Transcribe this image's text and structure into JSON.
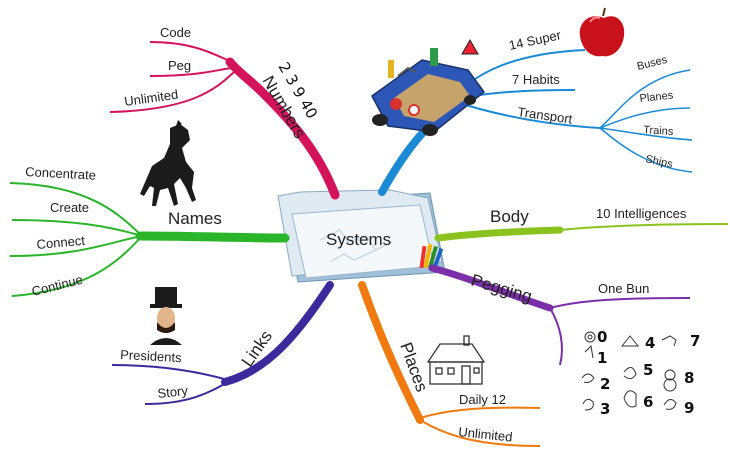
{
  "center": {
    "label": "Systems"
  },
  "branches": {
    "numbers": {
      "label": "Numbers",
      "numbers_label": "2  3  9  40",
      "color": "#d4145a",
      "children": [
        "Code",
        "Peg",
        "Unlimited"
      ]
    },
    "names": {
      "label": "Names",
      "color": "#2bb52b",
      "children": [
        "Concentrate",
        "Create",
        "Connect",
        "Continue"
      ]
    },
    "links": {
      "label": "Links",
      "color": "#3b2a9b",
      "children": [
        "Presidents",
        "Story"
      ]
    },
    "places": {
      "label": "Places",
      "color": "#f07a10",
      "children": [
        "Daily 12",
        "Unlimited"
      ]
    },
    "pegging": {
      "label": "Pegging",
      "color": "#7b2fa8",
      "children": [
        "One Bun"
      ]
    },
    "body": {
      "label": "Body",
      "color": "#8cc21f",
      "children": [
        "10 Intelligences"
      ]
    },
    "super": {
      "color": "#1b8ad4",
      "children": [
        "14 Super",
        "7 Habits",
        "Transport"
      ],
      "transport_children": [
        "Buses",
        "Planes",
        "Trains",
        "Ships"
      ]
    }
  },
  "peg_numbers": [
    "0",
    "1",
    "2",
    "3",
    "4",
    "5",
    "6",
    "7",
    "8",
    "9"
  ],
  "images": [
    "horse-image",
    "apple-image",
    "car-image",
    "lincoln-image",
    "house-image",
    "folder-image"
  ]
}
